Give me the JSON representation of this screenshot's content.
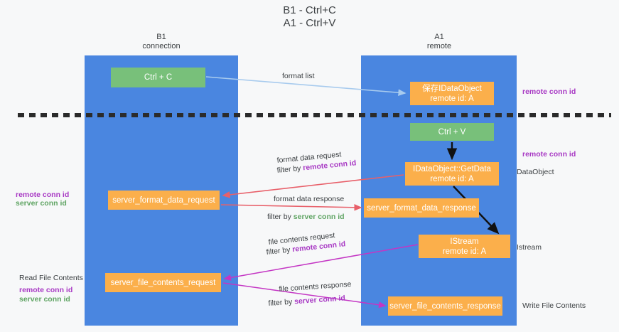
{
  "title": {
    "line1": "B1 - Ctrl+C",
    "line2": "A1 - Ctrl+V"
  },
  "columns": [
    {
      "name": "B1",
      "role": "connection"
    },
    {
      "name": "A1",
      "role": "remote"
    }
  ],
  "nodes": {
    "ctrl_c": {
      "label": "Ctrl + C",
      "color": "#78c07a"
    },
    "idataobject": {
      "line1": "保存IDataObject",
      "line2": "remote id: A",
      "color": "#fbaf4b"
    },
    "ctrl_v": {
      "label": "Ctrl + V",
      "color": "#78c07a"
    },
    "getdata": {
      "line1": "IDataObject::GetData",
      "line2": "remote id: A",
      "color": "#fbaf4b"
    },
    "server_format_data_request": {
      "label": "server_format_data_request",
      "color": "#fbaf4b"
    },
    "server_format_data_response": {
      "label": "server_format_data_response",
      "color": "#fbaf4b"
    },
    "istream": {
      "line1": "IStream",
      "line2": "remote id: A",
      "color": "#fbaf4b"
    },
    "server_file_contents_request": {
      "label": "server_file_contents_request",
      "color": "#fbaf4b"
    },
    "server_file_contents_response": {
      "label": "server_file_contents_response",
      "color": "#fbaf4b"
    }
  },
  "edge_labels": {
    "format_list": "format list",
    "format_data_request": "format data request",
    "format_data_request_filter_prefix": "filter by ",
    "format_data_request_filter_key": "remote conn id",
    "format_data_response": "format data response",
    "format_data_response_filter_prefix": "filter by ",
    "format_data_response_filter_key": "server conn id",
    "file_contents_request": "file contents request",
    "file_contents_request_filter_prefix": "filter by ",
    "file_contents_request_filter_key": "remote conn id",
    "file_contents_response": "file contents response",
    "file_contents_response_filter_prefix": "filter by ",
    "file_contents_response_filter_key": "server conn id"
  },
  "annotations": {
    "right_remote_conn_id_top": "remote conn id",
    "right_remote_conn_id_mid": "remote conn id",
    "dataobject": "DataObject",
    "istream": "Istream",
    "write_file_contents": "Write File Contents",
    "left_remote_conn_id": "remote conn id",
    "left_server_conn_id": "server conn id",
    "read_file_contents": "Read File Contents",
    "left2_remote_conn_id": "remote conn id",
    "left2_server_conn_id": "server conn id"
  },
  "colors": {
    "lane_blue": "#4a86e0",
    "node_green": "#78c07a",
    "node_orange": "#fbaf4b",
    "purple_key": "#a839c4",
    "green_key": "#5fa463",
    "arrow_light_blue": "#a8cbee",
    "arrow_red": "#e8606a",
    "arrow_magenta": "#c436c4",
    "arrow_black": "#000000",
    "background": "#f7f8f9"
  }
}
